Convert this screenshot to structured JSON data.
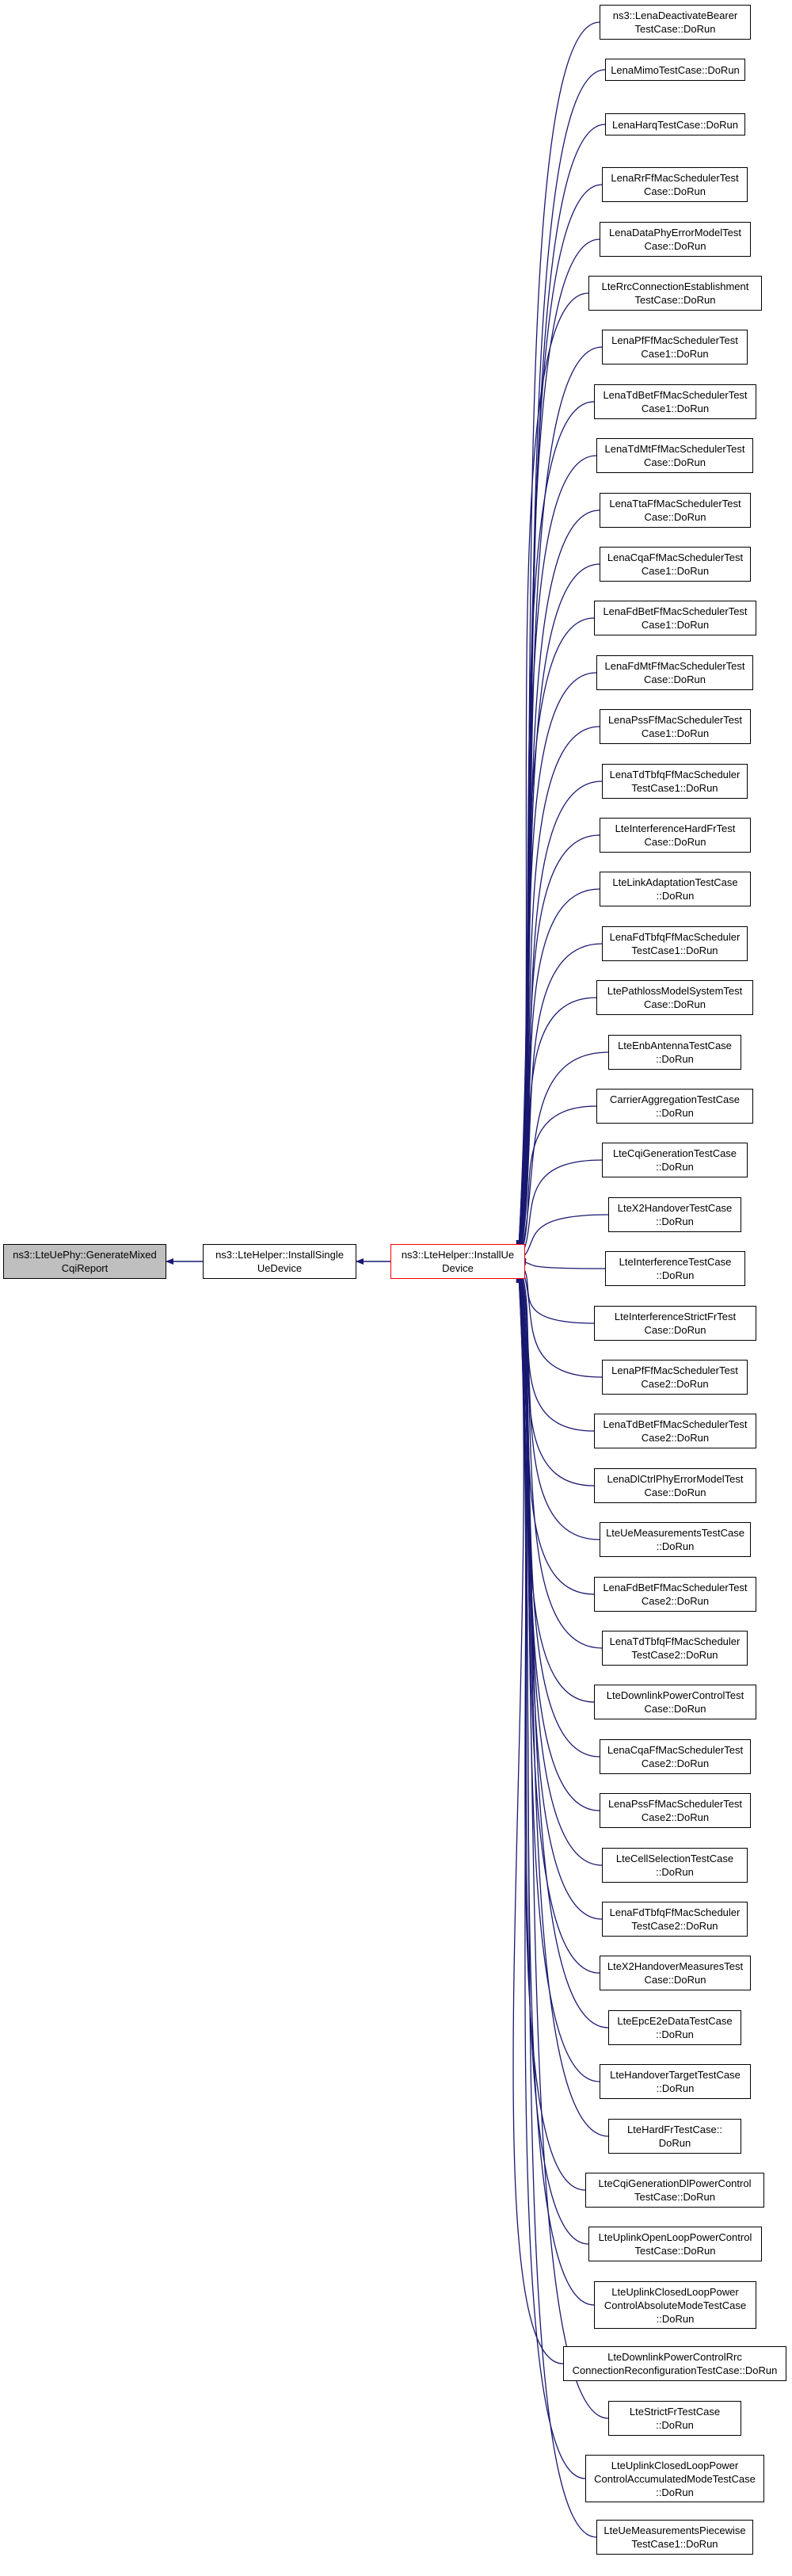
{
  "graph": {
    "edge_color": "#191970",
    "focus_border_color": "#ff0000",
    "root_fill_color": "#bfbfbf",
    "root": {
      "label": "ns3::LteUePhy::GenerateMixed\nCqiReport"
    },
    "middle": {
      "label": "ns3::LteHelper::InstallSingle\nUeDevice"
    },
    "focus": {
      "label": "ns3::LteHelper::InstallUe\nDevice"
    },
    "callers": [
      {
        "label": "ns3::LenaDeactivateBearer\nTestCase::DoRun"
      },
      {
        "label": "LenaMimoTestCase::DoRun"
      },
      {
        "label": "LenaHarqTestCase::DoRun"
      },
      {
        "label": "LenaRrFfMacSchedulerTest\nCase::DoRun"
      },
      {
        "label": "LenaDataPhyErrorModelTest\nCase::DoRun"
      },
      {
        "label": "LteRrcConnectionEstablishment\nTestCase::DoRun"
      },
      {
        "label": "LenaPfFfMacSchedulerTest\nCase1::DoRun"
      },
      {
        "label": "LenaTdBetFfMacSchedulerTest\nCase1::DoRun"
      },
      {
        "label": "LenaTdMtFfMacSchedulerTest\nCase::DoRun"
      },
      {
        "label": "LenaTtaFfMacSchedulerTest\nCase::DoRun"
      },
      {
        "label": "LenaCqaFfMacSchedulerTest\nCase1::DoRun"
      },
      {
        "label": "LenaFdBetFfMacSchedulerTest\nCase1::DoRun"
      },
      {
        "label": "LenaFdMtFfMacSchedulerTest\nCase::DoRun"
      },
      {
        "label": "LenaPssFfMacSchedulerTest\nCase1::DoRun"
      },
      {
        "label": "LenaTdTbfqFfMacScheduler\nTestCase1::DoRun"
      },
      {
        "label": "LteInterferenceHardFrTest\nCase::DoRun"
      },
      {
        "label": "LteLinkAdaptationTestCase\n::DoRun"
      },
      {
        "label": "LenaFdTbfqFfMacScheduler\nTestCase1::DoRun"
      },
      {
        "label": "LtePathlossModelSystemTest\nCase::DoRun"
      },
      {
        "label": "LteEnbAntennaTestCase\n::DoRun"
      },
      {
        "label": "CarrierAggregationTestCase\n::DoRun"
      },
      {
        "label": "LteCqiGenerationTestCase\n::DoRun"
      },
      {
        "label": "LteX2HandoverTestCase\n::DoRun"
      },
      {
        "label": "LteInterferenceTestCase\n::DoRun"
      },
      {
        "label": "LteInterferenceStrictFrTest\nCase::DoRun"
      },
      {
        "label": "LenaPfFfMacSchedulerTest\nCase2::DoRun"
      },
      {
        "label": "LenaTdBetFfMacSchedulerTest\nCase2::DoRun"
      },
      {
        "label": "LenaDlCtrlPhyErrorModelTest\nCase::DoRun"
      },
      {
        "label": "LteUeMeasurementsTestCase\n::DoRun"
      },
      {
        "label": "LenaFdBetFfMacSchedulerTest\nCase2::DoRun"
      },
      {
        "label": "LenaTdTbfqFfMacScheduler\nTestCase2::DoRun"
      },
      {
        "label": "LteDownlinkPowerControlTest\nCase::DoRun"
      },
      {
        "label": "LenaCqaFfMacSchedulerTest\nCase2::DoRun"
      },
      {
        "label": "LenaPssFfMacSchedulerTest\nCase2::DoRun"
      },
      {
        "label": "LteCellSelectionTestCase\n::DoRun"
      },
      {
        "label": "LenaFdTbfqFfMacScheduler\nTestCase2::DoRun"
      },
      {
        "label": "LteX2HandoverMeasuresTest\nCase::DoRun"
      },
      {
        "label": "LteEpcE2eDataTestCase\n::DoRun"
      },
      {
        "label": "LteHandoverTargetTestCase\n::DoRun"
      },
      {
        "label": "LteHardFrTestCase::\nDoRun"
      },
      {
        "label": "LteCqiGenerationDlPowerControl\nTestCase::DoRun"
      },
      {
        "label": "LteUplinkOpenLoopPowerControl\nTestCase::DoRun"
      },
      {
        "label": "LteUplinkClosedLoopPower\nControlAbsoluteModeTestCase\n::DoRun"
      },
      {
        "label": "LteDownlinkPowerControlRrc\nConnectionReconfigurationTestCase::DoRun"
      },
      {
        "label": "LteStrictFrTestCase\n::DoRun"
      },
      {
        "label": "LteUplinkClosedLoopPower\nControlAccumulatedModeTestCase\n::DoRun"
      },
      {
        "label": "LteUeMeasurementsPiecewise\nTestCase1::DoRun"
      }
    ]
  }
}
